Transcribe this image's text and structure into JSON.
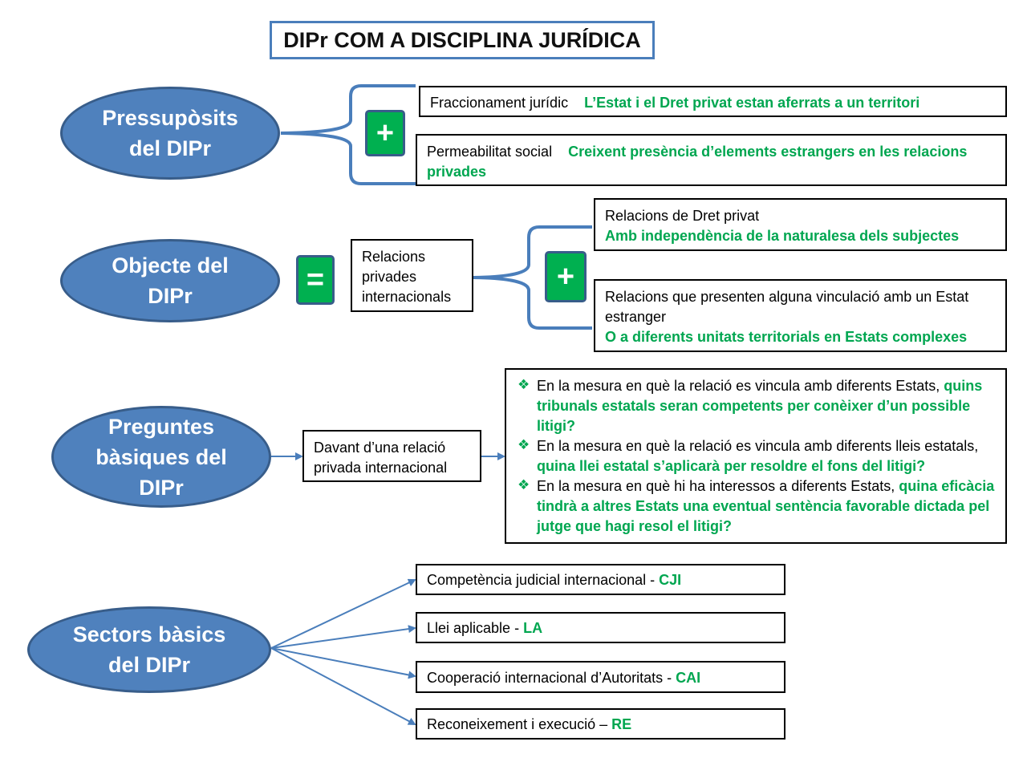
{
  "title": "DIPr COM A DISCIPLINA JURÍDICA",
  "colors": {
    "ellipse_fill": "#4f81bd",
    "ellipse_border": "#385d8a",
    "accent_green": "#00a650",
    "button_green": "#00b050",
    "line_blue": "#4a7ebb"
  },
  "sections": {
    "pressuposits": {
      "label": "Pressupòsits del DIPr",
      "symbol": "+",
      "items": [
        {
          "label": "Fraccionament jurídic",
          "detail": "L’Estat i el Dret privat estan aferrats a un territori"
        },
        {
          "label": "Permeabilitat social",
          "detail": "Creixent presència d’elements estrangers en les relacions privades"
        }
      ]
    },
    "objecte": {
      "label": "Objecte del DIPr",
      "symbol": "=",
      "middle": "Relacions privades internacionals",
      "symbol2": "+",
      "items": [
        {
          "label": "Relacions de Dret privat",
          "detail": "Amb independència de la naturalesa dels subjectes"
        },
        {
          "label": "Relacions que presenten alguna vinculació amb un Estat estranger",
          "detail": "O a diferents unitats territorials en Estats complexes"
        }
      ]
    },
    "preguntes": {
      "label": "Preguntes bàsiques del DIPr",
      "middle": "Davant d’una relació privada internacional",
      "bullet_icon": "diamond-cluster-icon",
      "bullets": [
        {
          "text": "En la mesura en què la relació es vincula amb diferents Estats, ",
          "highlight": "quins tribunals estatals seran competents per conèixer d’un possible litigi?"
        },
        {
          "text": "En la mesura en què la relació es vincula amb diferents lleis estatals, ",
          "highlight": "quina llei estatal s’aplicarà per resoldre el fons del litigi?"
        },
        {
          "text": "En la mesura en què  hi ha interessos a diferents Estats, ",
          "highlight": "quina eficàcia tindrà a altres Estats una eventual sentència favorable dictada pel jutge que hagi resol el litigi?"
        }
      ]
    },
    "sectors": {
      "label": "Sectors bàsics del DIPr",
      "items": [
        {
          "text": "Competència judicial internacional - ",
          "code": "CJI"
        },
        {
          "text": "Llei aplicable - ",
          "code": "LA"
        },
        {
          "text": "Cooperació internacional d’Autoritats - ",
          "code": "CAI"
        },
        {
          "text": "Reconeixement i execució – ",
          "code": "RE"
        }
      ]
    }
  }
}
